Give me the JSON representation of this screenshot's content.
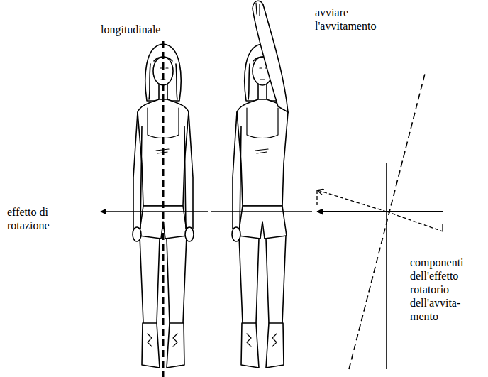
{
  "diagram": {
    "labels": [
      "longitudinale",
      "avviare l'avvitamento",
      "effetto di rotazione",
      "componenti dell'effetto rotatorio dell'avvita- mento"
    ]
  }
}
